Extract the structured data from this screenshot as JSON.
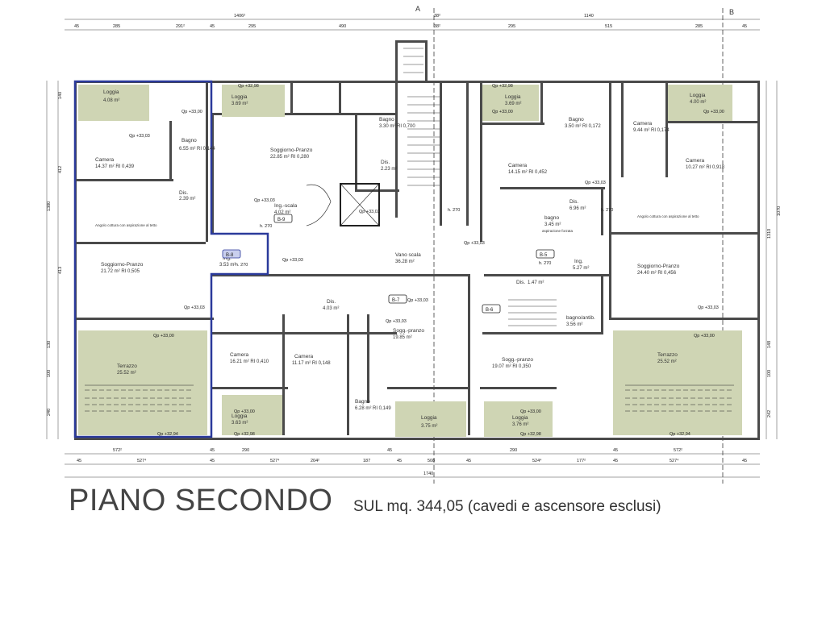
{
  "title": "PIANO SECONDO",
  "subtitle": "SUL  mq. 344,05  (cavedi e ascensore esclusi)",
  "section_markers": {
    "a": "A",
    "b": "B"
  },
  "top_dims_total": [
    "1406²",
    "38²",
    "1140"
  ],
  "top_dims": [
    "45",
    "285",
    "291²",
    "45",
    "295",
    "490",
    "38²",
    "295",
    "515",
    "285",
    "45"
  ],
  "bottom_dims_1": [
    "572²",
    "45",
    "290",
    "45",
    "290",
    "45",
    "572²"
  ],
  "bottom_dims_2": [
    "45",
    "527⁴",
    "45",
    "527⁴",
    "204²",
    "187",
    "45",
    "508",
    "45",
    "524⁴",
    "177²",
    "45",
    "527⁴",
    "45"
  ],
  "bottom_total": "1740",
  "left_dims": [
    "140",
    "412",
    "1380",
    "413",
    "130",
    "100",
    "240"
  ],
  "right_dims": [
    "1070",
    "1310",
    "148",
    "100",
    "242"
  ],
  "rooms": [
    {
      "name": "Loggia",
      "area": "4.08 m²"
    },
    {
      "name": "Loggia",
      "area": "3.69 m²"
    },
    {
      "name": "Camera",
      "area": "14.37 m²  RI 0,439"
    },
    {
      "name": "Bagno",
      "area": "6.55 m²  RI 0,144"
    },
    {
      "name": "Dis.",
      "area": "2.39 m²"
    },
    {
      "name": "Soggiorno-Pranzo",
      "area": "22.85 m²  RI 0,280"
    },
    {
      "name": "Ing.-scala",
      "area": "4.02 m²"
    },
    {
      "name": "Bagno",
      "area": "3.30 m²  RI 0,700"
    },
    {
      "name": "Dis.",
      "area": "2.23 m²"
    },
    {
      "name": "Soggiorno-Pranzo",
      "area": "21.72 m²  RI 0,505"
    },
    {
      "name": "Ing.",
      "area": "3.53 m²"
    },
    {
      "name": "Vano scala",
      "area": "36.28 m²"
    },
    {
      "name": "Terrazzo",
      "area": "25.52 m²"
    },
    {
      "name": "Camera",
      "area": "16.21 m²  RI 0,410"
    },
    {
      "name": "Camera",
      "area": "11.17 m²  RI 0,148"
    },
    {
      "name": "Dis.",
      "area": "4.03 m²"
    },
    {
      "name": "Sogg.-pranzo",
      "area": "19.85 m²"
    },
    {
      "name": "Bagno",
      "area": "6.28 m²  RI 0,149"
    },
    {
      "name": "Loggia",
      "area": "3.63 m²"
    },
    {
      "name": "Loggia",
      "area": "3.75 m²"
    },
    {
      "name": "Loggia",
      "area": "3.69 m²"
    },
    {
      "name": "Loggia",
      "area": "4.00 m²"
    },
    {
      "name": "Bagno",
      "area": "3.50 m²  RI 0,172"
    },
    {
      "name": "Camera",
      "area": "9.44 m²  RI 0,174"
    },
    {
      "name": "Camera",
      "area": "14.15 m²  RI 0,452"
    },
    {
      "name": "Camera",
      "area": "10.27 m²  RI 0,918"
    },
    {
      "name": "bagno",
      "area": "3.45 m²"
    },
    {
      "name": "Dis.",
      "area": "6.96 m²"
    },
    {
      "name": "Ing.",
      "area": "5.27 m²"
    },
    {
      "name": "Soggiorno-Pranzo",
      "area": "24.40 m²  RI 0,456"
    },
    {
      "name": "Dis.",
      "area": "1.47 m²"
    },
    {
      "name": "bagno/antib.",
      "area": "3.56 m²"
    },
    {
      "name": "Sogg.-pranzo",
      "area": "19.07 m²  RI 0,350"
    },
    {
      "name": "Terrazzo",
      "area": "25.52 m²"
    },
    {
      "name": "Loggia",
      "area": "3.76 m²"
    }
  ],
  "unit_tags": [
    "B-9",
    "B-8",
    "B-7",
    "B-6",
    "B-5"
  ],
  "levels": {
    "qp3303": "Qp +33,03",
    "qp3300": "Qp +33,00",
    "qp3298": "Qp +32,98",
    "qp3294": "Qp +32,94"
  },
  "heights": {
    "h270": "h. 270"
  },
  "notes": {
    "corner_aspiration": "Angolo cottura con aspirazione al tetto",
    "bath_aspiration": "aspirazione forzata"
  },
  "colors": {
    "highlight_unit": "#2b3a9b",
    "loggia_fill": "#cfd5b4",
    "wall": "#4a4a4a",
    "title_text": "#444444"
  }
}
